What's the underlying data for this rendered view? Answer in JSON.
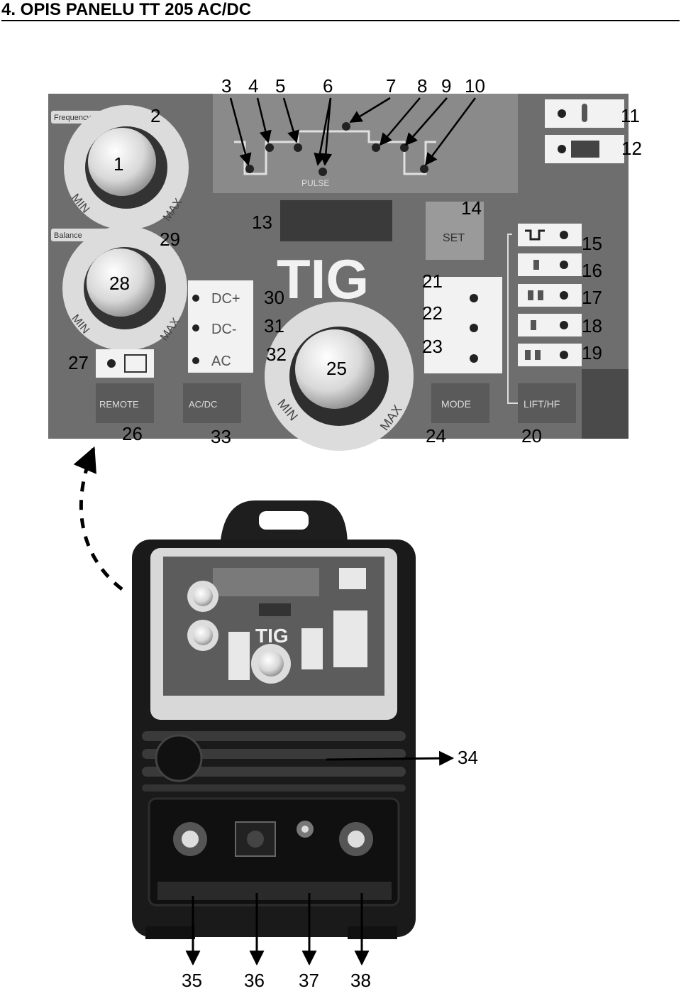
{
  "title": "4. OPIS PANELU TT 205 AC/DC",
  "panel": {
    "brand_text": "TIG",
    "pulse_text": "PULSE",
    "set_button": "SET",
    "mode_button": "MODE",
    "remote_button": "REMOTE",
    "acdc_button": "AC/DC",
    "lifthf_button": "LIFT/HF",
    "dc_plus": "DC+",
    "dc_minus": "DC-",
    "ac": "AC",
    "knob_min": "MIN",
    "knob_max": "MAX",
    "frequency_tag": "Frequency",
    "balance_tag": "Balance"
  },
  "callouts": [
    "1",
    "2",
    "3",
    "4",
    "5",
    "6",
    "7",
    "8",
    "9",
    "10",
    "11",
    "12",
    "13",
    "14",
    "15",
    "16",
    "17",
    "18",
    "19",
    "20",
    "21",
    "22",
    "23",
    "24",
    "25",
    "26",
    "27",
    "28",
    "29",
    "30",
    "31",
    "32",
    "33",
    "34",
    "35",
    "36",
    "37",
    "38"
  ]
}
